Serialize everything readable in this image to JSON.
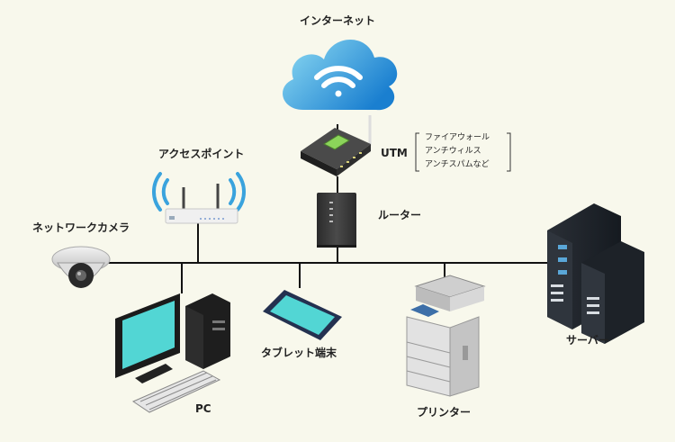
{
  "labels": {
    "internet": "インターネット",
    "utm": "UTM",
    "router": "ルーター",
    "access_point": "アクセスポイント",
    "camera": "ネットワークカメラ",
    "tablet": "タブレット端末",
    "pc": "PC",
    "printer": "プリンター",
    "server": "サーバー"
  },
  "utm_features": [
    "ファイアウォール",
    "アンチウィルス",
    "アンチスパムなど"
  ],
  "colors": {
    "background": "#f8f8ec",
    "cloud_light": "#7fd3ee",
    "cloud_dark": "#1e86d2",
    "screen": "#52d6d4",
    "network_line": "#111111"
  }
}
